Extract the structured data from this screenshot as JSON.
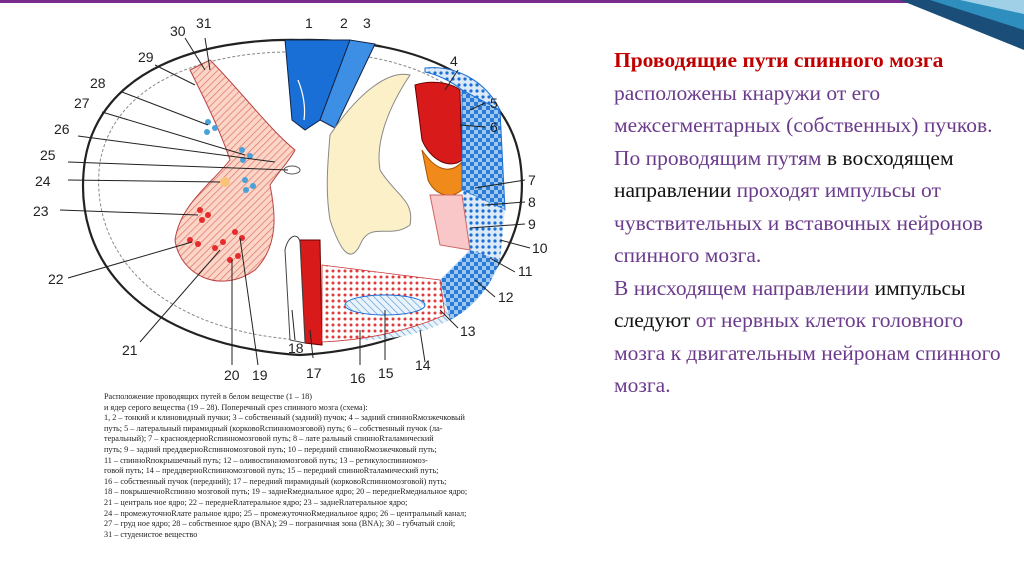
{
  "figure": {
    "labels": [
      "1",
      "2",
      "3",
      "4",
      "5",
      "6",
      "7",
      "8",
      "9",
      "10",
      "11",
      "12",
      "13",
      "14",
      "15",
      "16",
      "17",
      "18",
      "19",
      "20",
      "21",
      "22",
      "23",
      "24",
      "25",
      "26",
      "27",
      "28",
      "29",
      "30",
      "31"
    ]
  },
  "caption": {
    "lines": [
      "Расположение проводящих путей в белом веществе (1 – 18)",
      "и ядер серого вещества (19 – 28). Поперечный срез спинного мозга (схема):",
      "1, 2 – тонкий и клиновидный пучки; 3 – собственный (задний) пучок; 4 – задний спинноRмозжечковый",
      "путь; 5 – латеральный пирамидный (корковоRспинномозговой) путь; 6 – собственный пучок (ла-",
      "теральный); 7 – красноядерноRспинномозговой путь; 8 – лате ральный спинноRталамический",
      "путь; 9 – задний преддверноRспинномозговой путь; 10 – передний спинноRмозжечковый путь;",
      "11 – спинноRпокрышечный путь; 12 – оливоспинномозговой путь; 13 – ретикулоспинномоз-",
      "говой путь; 14 – преддверноRспинномозговой путь; 15 – передний спинноRталамический путь;",
      "16 – собственный пучок (передний); 17 – передний пирамидный (корковоRспинномозговой) путь;",
      "18 – покрышечноRспинно мозговой путь; 19 – заднеRмедиальное ядро; 20 – переднеRмедиальное ядро;",
      "21 – централь ное ядро; 22 – переднеRлатеральное ядро; 23 – заднеRлатеральное ядро;",
      "24 – промежуточноRлате ральное ядро; 25 – промежуточноRмедиальное ядро; 26 – центральный канал;",
      "27 – груд ное ядро; 28 – собственное ядро (BNA); 29 – пограничная зона (BNA); 30 – губчатый слой;",
      "31 – студенистое вещество"
    ]
  },
  "text": {
    "s1": "Проводящие пути спинного мозга",
    "s2": " расположены кнаружи от его межсегментарных (собственных) пучков. По проводящим путям ",
    "s3": "в восходящем направлении",
    "s4": " проходят импульсы от чувствительных и вставочных нейронов спинного мозга.",
    "s5": "В нисходящем направлении ",
    "s6": "импульсы следуют",
    "s7": " от нервных клеток головного",
    "s8": "мозга к двигательным нейронам спинного мозга."
  },
  "colors": {
    "accent_red": "#c00000",
    "purple_text": "#6b3b8c",
    "blue_tract": "#1a6fd6",
    "red_tract": "#d81a1a",
    "orange_tract": "#f08a1a"
  }
}
